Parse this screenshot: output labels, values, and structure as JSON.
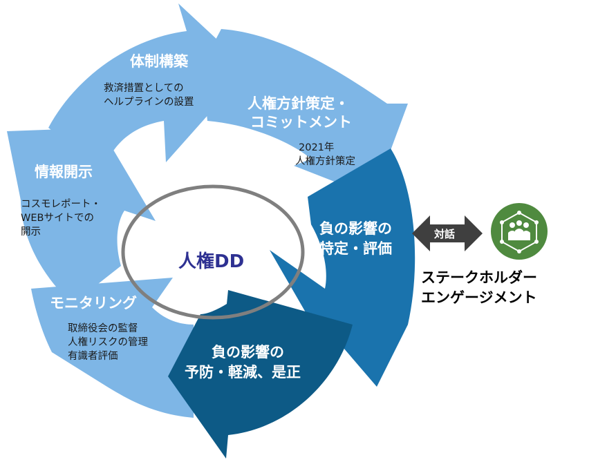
{
  "colors": {
    "light_blue": "#7eb6e6",
    "medium_blue": "#1a73ad",
    "dark_blue": "#0d5a86",
    "inner_ring": "#7f7f7f",
    "center_text": "#2e3192",
    "arrow_dark": "#3f3f3f",
    "stakeholder_icon": "#4f8a3f"
  },
  "center_label": "人権DD",
  "steps": [
    {
      "title": "体制構築",
      "details": [
        "救済措置としての",
        "ヘルプラインの設置"
      ]
    },
    {
      "title_lines": [
        "人権方針策定・",
        "コミットメント"
      ],
      "details": [
        "2021年",
        "人権方針策定"
      ]
    },
    {
      "title_lines": [
        "負の影響の",
        "特定・評価"
      ]
    },
    {
      "title_lines": [
        "負の影響の",
        "予防・軽減、是正"
      ]
    },
    {
      "title": "モニタリング",
      "details": [
        "取締役会の監督",
        "人権リスクの管理",
        "有識者評価"
      ]
    },
    {
      "title": "情報開示",
      "details": [
        "コスモレポート・",
        "WEBサイトでの",
        "開示"
      ]
    }
  ],
  "dialogue_label": "対話",
  "stakeholder": {
    "icon": "people-network-icon",
    "lines": [
      "ステークホルダー",
      "エンゲージメント"
    ]
  }
}
